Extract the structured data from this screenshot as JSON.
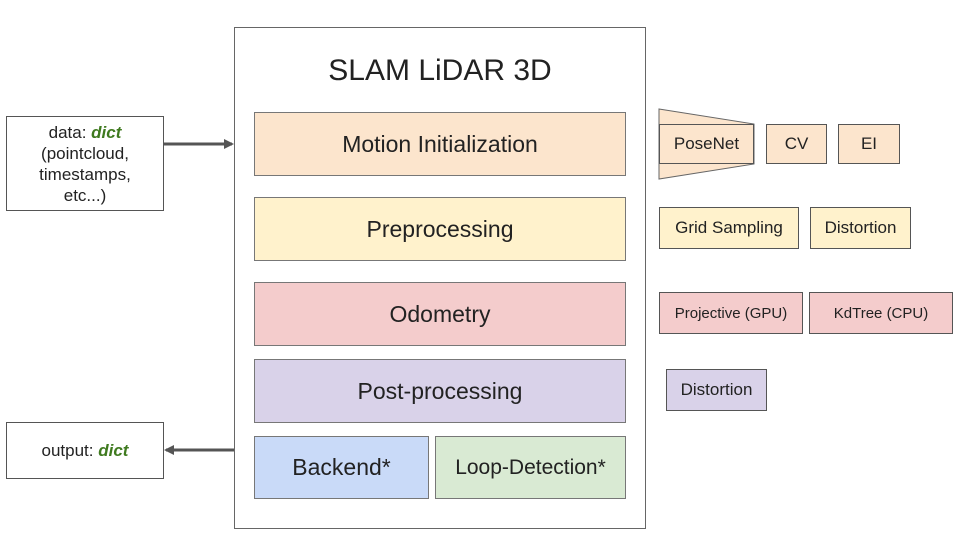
{
  "title": "SLAM LiDAR 3D",
  "input": {
    "prefix": "data: ",
    "type": "dict",
    "lines": [
      "(pointcloud,",
      "timestamps,",
      "etc...)"
    ]
  },
  "output": {
    "prefix": "output: ",
    "type": "dict"
  },
  "stages": {
    "motion_initialization": "Motion Initialization",
    "preprocessing": "Preprocessing",
    "odometry": "Odometry",
    "post_processing": "Post-processing",
    "backend": "Backend*",
    "loop_detection": "Loop-Detection*"
  },
  "modules": {
    "motion_initialization": [
      "PoseNet",
      "CV",
      "EI"
    ],
    "preprocessing": [
      "Grid Sampling",
      "Distortion"
    ],
    "odometry": [
      "Projective (GPU)",
      "KdTree (CPU)"
    ],
    "post_processing": [
      "Distortion"
    ]
  },
  "colors": {
    "motion_initialization": "#fce5cd",
    "preprocessing": "#fff2cc",
    "odometry": "#f4cccc",
    "post_processing": "#d9d2e9",
    "backend": "#c9daf8",
    "loop_detection": "#d9ead3",
    "dict_type": "#3f7a1f",
    "arrow": "#555555"
  }
}
